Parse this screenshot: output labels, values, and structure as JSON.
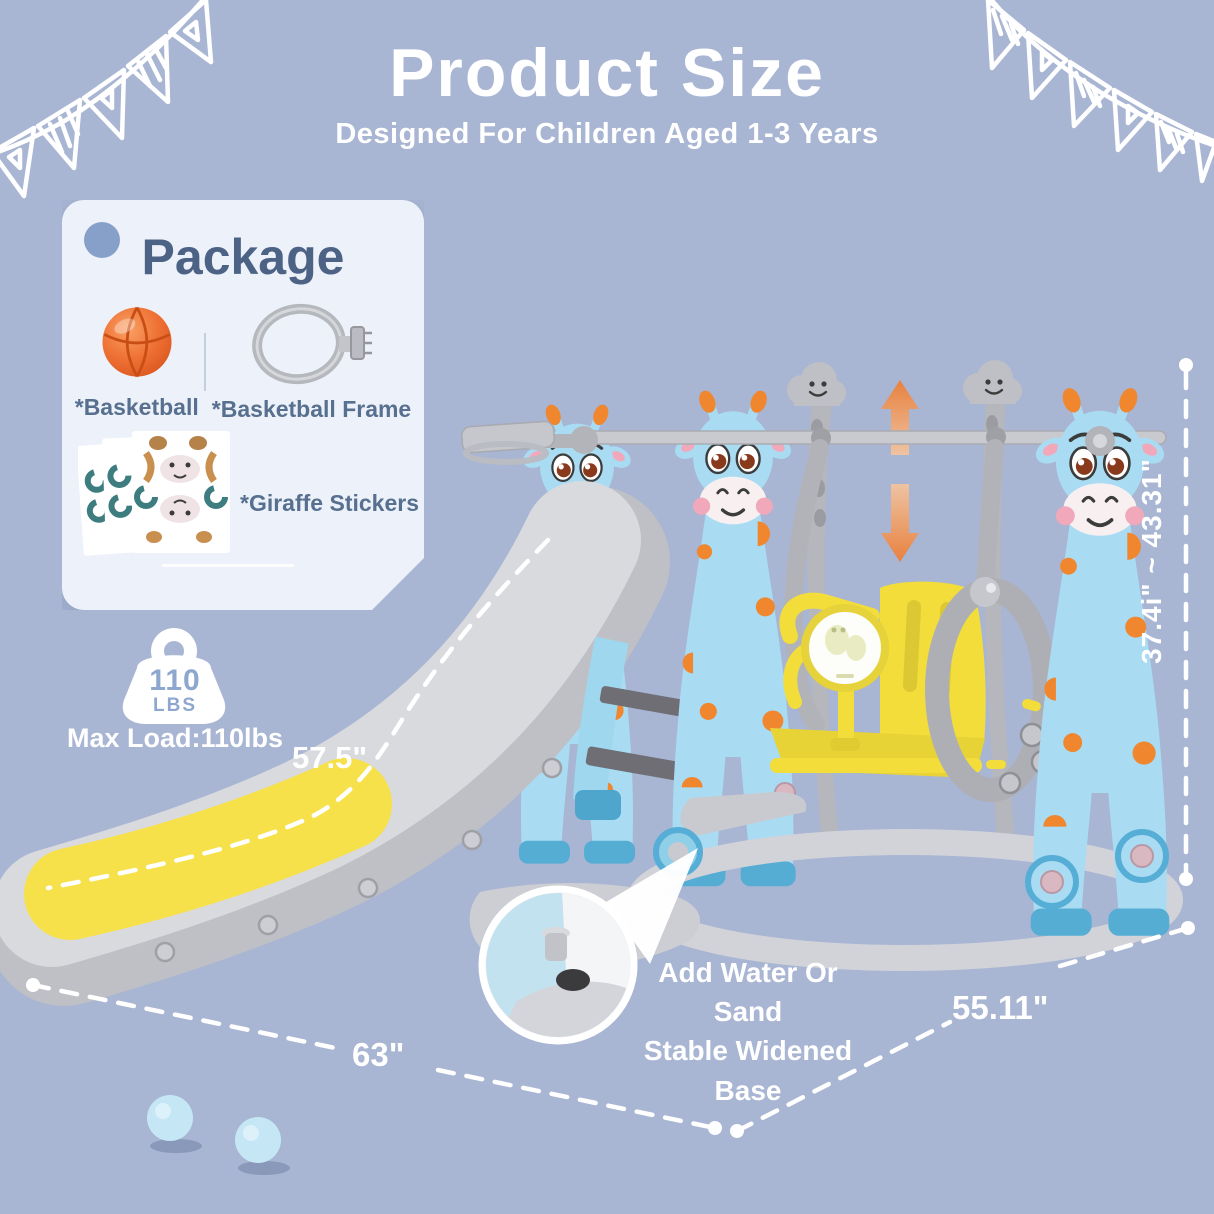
{
  "page": {
    "title": "Product Size",
    "subtitle": "Designed For Children Aged 1-3 Years"
  },
  "package_card": {
    "title": "Package",
    "items": [
      {
        "label": "*Basketball"
      },
      {
        "label": "*Basketball Frame"
      },
      {
        "label": "*Giraffe Stickers"
      }
    ]
  },
  "max_load": {
    "value": "110",
    "unit": "LBS",
    "label": "Max Load:110lbs"
  },
  "measurements": {
    "slide_length": "57.5\"",
    "height_range": "37.4i\" ~ 43.31\"",
    "ground_length": "63\"",
    "ground_width": "55.11\""
  },
  "callout": {
    "line1": "Add Water Or Sand",
    "line2": "Stable Widened Base"
  },
  "colors": {
    "background": "#a8b5d3",
    "orange_accent": "#f0862e",
    "giraffe_blue": "#a9dcf2",
    "seat_yellow": "#f2dd3b",
    "slide_grey": "#c6c7cc",
    "basketball_orange": "#e8622d",
    "text_white": "#ffffff",
    "card_title": "#4d6386"
  }
}
